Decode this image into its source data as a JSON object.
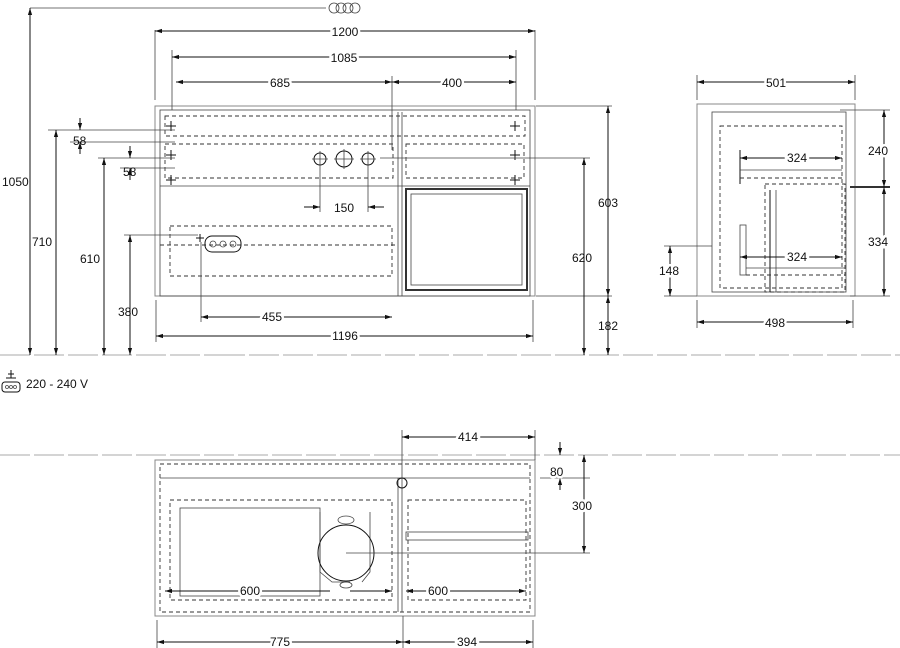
{
  "dimensions": {
    "front_total_width": "1200",
    "front_inner_width": "1085",
    "front_left_section": "685",
    "front_right_section": "400",
    "front_height_total": "1050",
    "front_height_710": "710",
    "front_height_610": "610",
    "front_height_380": "380",
    "front_offset_58_top": "58",
    "front_offset_58_bottom": "58",
    "front_tap_spacing": "150",
    "front_socket_offset": "455",
    "front_base_width": "1196",
    "front_right_height_603": "603",
    "front_right_height_620": "620",
    "front_plinth_182": "182",
    "side_top_width": "501",
    "side_top_height_240": "240",
    "side_bottom_height_334": "334",
    "side_inner_324_top": "324",
    "side_inner_324_bottom": "324",
    "side_height_148": "148",
    "side_base_width": "498",
    "plan_right_offset": "414",
    "plan_depth_80": "80",
    "plan_depth_300": "300",
    "plan_drawer_left": "600",
    "plan_drawer_right": "600",
    "plan_width_775": "775",
    "plan_width_394": "394"
  },
  "electrical": {
    "voltage_label": "220 - 240 V",
    "socket_icon": "power-socket-icon",
    "plug_icon": "plug-icon"
  },
  "header_icon": "scale-symbol-icon"
}
